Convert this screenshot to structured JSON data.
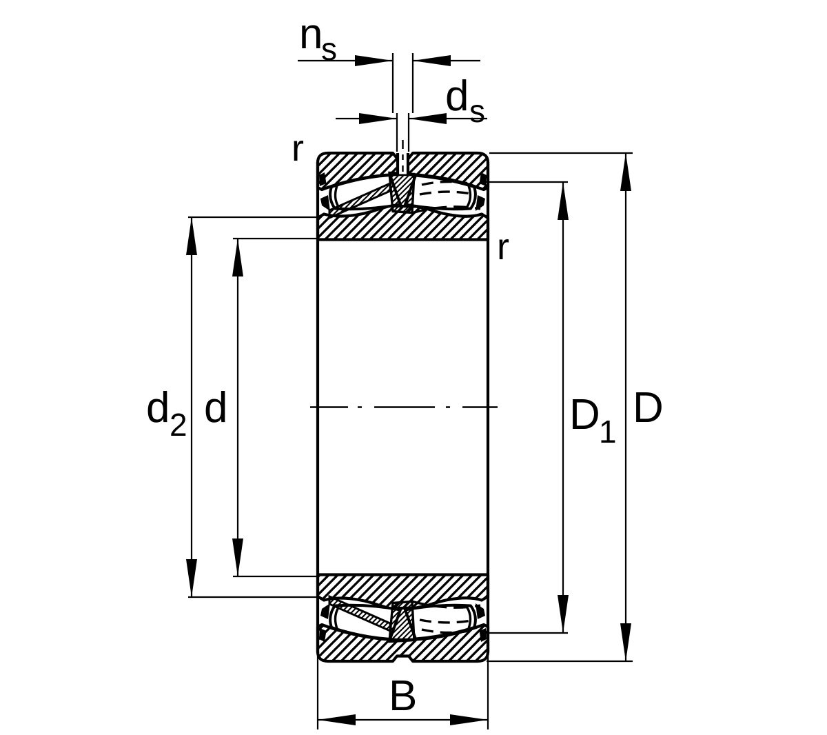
{
  "diagram": {
    "type": "spherical-roller-bearing-cross-section",
    "background": "#ffffff",
    "line_color": "#000000",
    "labels": {
      "groove_width": {
        "base": "n",
        "sub": "s"
      },
      "hole_diameter": {
        "base": "d",
        "sub": "s"
      },
      "radius_top_left": "r",
      "radius_right": "r",
      "recess_diameter": {
        "base": "d",
        "sub": "2"
      },
      "bore_diameter": "d",
      "shoulder_diameter": {
        "base": "D",
        "sub": "1"
      },
      "outer_diameter": "D",
      "width": "B"
    }
  }
}
